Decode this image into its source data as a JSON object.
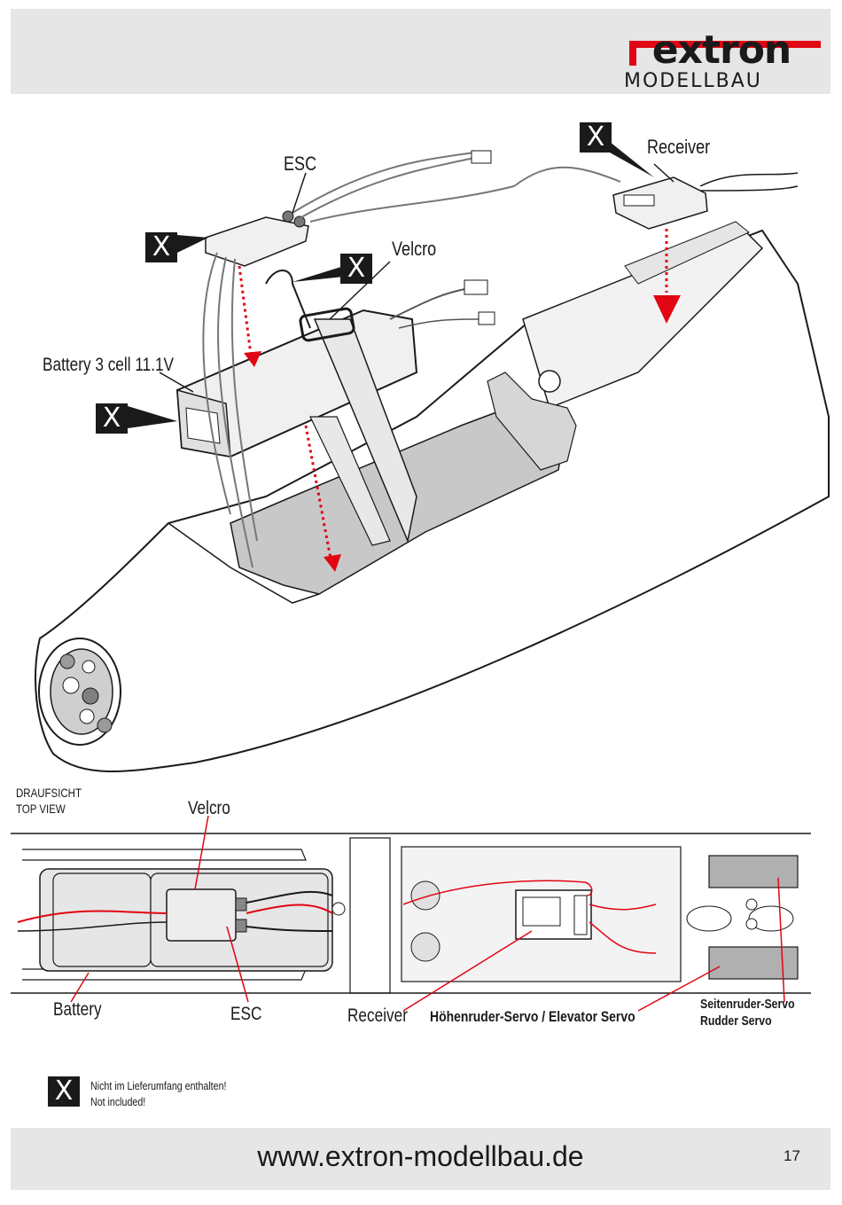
{
  "brand": {
    "logo_word": "extron",
    "logo_sub": "MODELLBAU"
  },
  "colors": {
    "accent": "#e10613",
    "dark": "#1a1a1a",
    "band": "#e6e6e6",
    "gray": "#bdbdbd"
  },
  "diagram_top": {
    "esc": "ESC",
    "receiver": "Receiver",
    "velcro": "Velcro",
    "battery": "Battery 3 cell 11.1V",
    "x_mark": "X"
  },
  "diagram_bottom": {
    "view_de": "DRAUFSICHT",
    "view_en": "TOP VIEW",
    "velcro": "Velcro",
    "battery": "Battery",
    "esc": "ESC",
    "receiver": "Receiver",
    "elevator": "Höhenruder-Servo / Elevator Servo",
    "rudder_de": "Seitenruder-Servo",
    "rudder_en": "Rudder Servo"
  },
  "legend": {
    "mark": "X",
    "line1": "Nicht im Lieferumfang enthalten!",
    "line2": "Not included!"
  },
  "footer": {
    "url": "www.extron-modellbau.de",
    "page": "17"
  }
}
